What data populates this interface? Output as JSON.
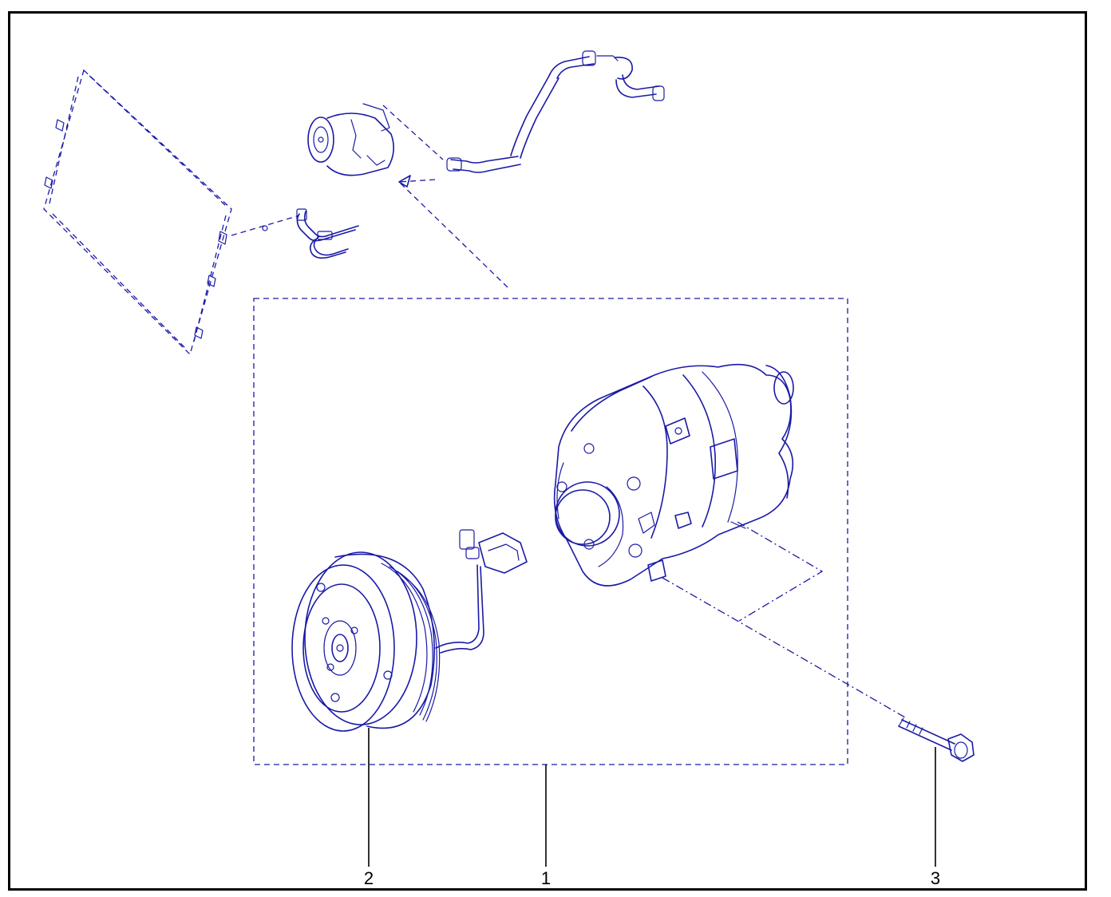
{
  "callouts": [
    {
      "id": "compressor-assembly",
      "label": "1"
    },
    {
      "id": "clutch-pulley",
      "label": "2"
    },
    {
      "id": "mounting-bolt",
      "label": "3"
    }
  ],
  "colors": {
    "line_art": "#1a1aa6",
    "frame": "#000000",
    "background": "#ffffff"
  }
}
